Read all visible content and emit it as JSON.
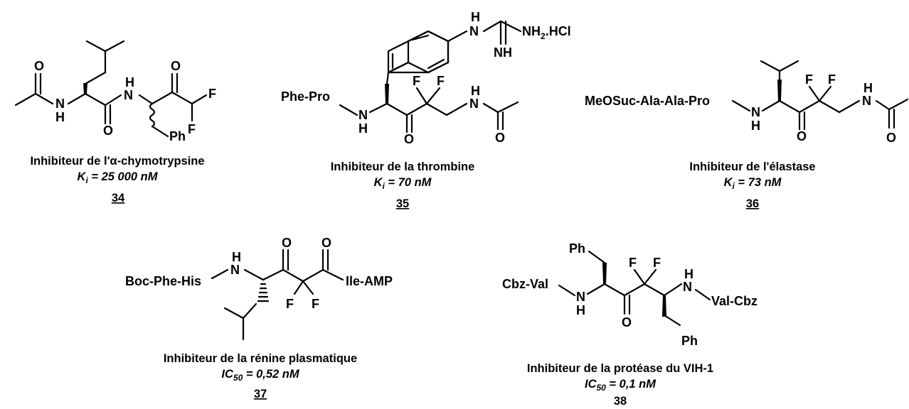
{
  "colors": {
    "ink": "#000000",
    "fluorine": "#e8001c"
  },
  "compounds": [
    {
      "number": "34",
      "caption_prefix": "Inhibiteur de l'",
      "caption_greek": "α",
      "caption_suffix": "-chymotrypsine",
      "activity_symbol": "K",
      "activity_sub": "i",
      "activity_value": " = 25 000 nM",
      "atoms": {
        "o1": "O",
        "n1": "N",
        "h1": "H",
        "h2": "H",
        "n2": "N",
        "o2": "O",
        "o3": "O",
        "f1": "F",
        "f2": "F",
        "ph": "Ph"
      }
    },
    {
      "number": "35",
      "caption": "Inhibiteur de la thrombine",
      "activity_symbol": "K",
      "activity_sub": "i",
      "activity_value": " = 70 nM",
      "atoms": {
        "prefix": "Phe-Pro",
        "n1": "N",
        "h1": "H",
        "o1": "O",
        "f1": "F",
        "f2": "F",
        "h2": "H",
        "n2": "N",
        "o2": "O",
        "h3": "H",
        "n3": "N",
        "nh2": "NH",
        "nh2_sub": "2",
        "hcl": ".HCl",
        "nh": "NH"
      }
    },
    {
      "number": "36",
      "caption": "Inhibiteur de l'élastase",
      "activity_symbol": "K",
      "activity_sub": "i",
      "activity_value": " = 73 nM",
      "atoms": {
        "prefix": "MeOSuc-Ala-Ala-Pro",
        "n1": "N",
        "h1": "H",
        "o1": "O",
        "f1": "F",
        "f2": "F",
        "h2": "H",
        "n2": "N",
        "o2": "O"
      }
    },
    {
      "number": "37",
      "caption": "Inhibiteur de la rénine plasmatique",
      "activity_symbol": "IC",
      "activity_sub": "50",
      "activity_value": " = 0,52 nM",
      "atoms": {
        "prefix": "Boc-Phe-His",
        "h1": "H",
        "n1": "N",
        "o1": "O",
        "o2": "O",
        "suffix": "Ile-AMP",
        "f1": "F",
        "f2": "F"
      }
    },
    {
      "number": "38",
      "caption": "Inhibiteur de la protéase du VIH-1",
      "activity_symbol": "IC",
      "activity_sub": "50",
      "activity_value": " = 0,1 nM",
      "atoms": {
        "ph1": "Ph",
        "prefix": "Cbz-Val",
        "n1": "N",
        "h1": "H",
        "o1": "O",
        "f1": "F",
        "f2": "F",
        "h2": "H",
        "n2": "N",
        "suffix": "Val-Cbz",
        "ph2": "Ph"
      }
    }
  ]
}
